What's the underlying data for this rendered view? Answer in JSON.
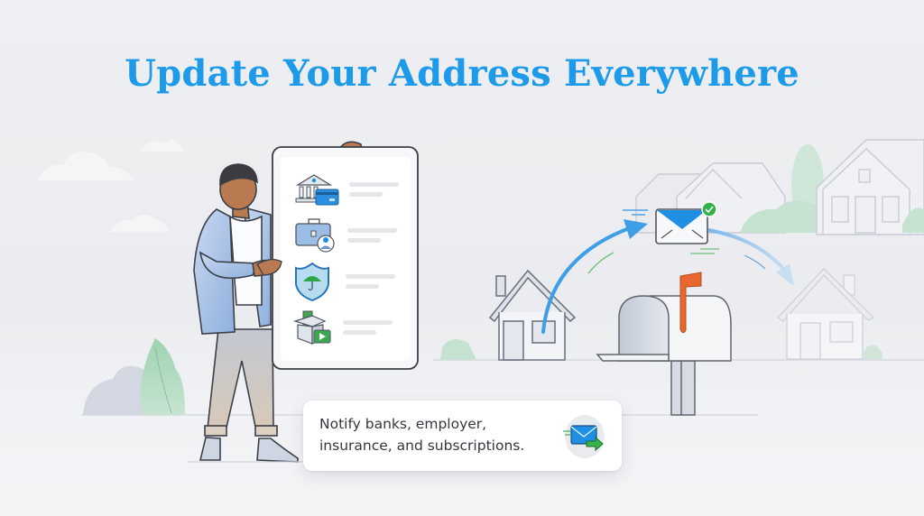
{
  "header": {
    "title": "Update Your Address Everywhere"
  },
  "colors": {
    "title": "#1e9be8",
    "accent_blue": "#1e90e0",
    "flag_orange": "#e8672e",
    "check_green": "#34b04a",
    "background": "#eeeff2"
  },
  "checklist": {
    "items": [
      {
        "icon": "bank-card-icon",
        "label": "banks"
      },
      {
        "icon": "briefcase-person-icon",
        "label": "employer"
      },
      {
        "icon": "shield-umbrella-icon",
        "label": "insurance"
      },
      {
        "icon": "box-play-icon",
        "label": "subscriptions"
      }
    ]
  },
  "caption": {
    "line1": "Notify banks, employer,",
    "line2": "insurance, and subscriptions.",
    "icon": "envelope-forward-icon"
  },
  "scene": {
    "elements": [
      "person-holding-board",
      "old-house",
      "mailbox",
      "envelope-with-check",
      "new-house",
      "neighborhood-houses",
      "clouds",
      "bushes"
    ]
  }
}
